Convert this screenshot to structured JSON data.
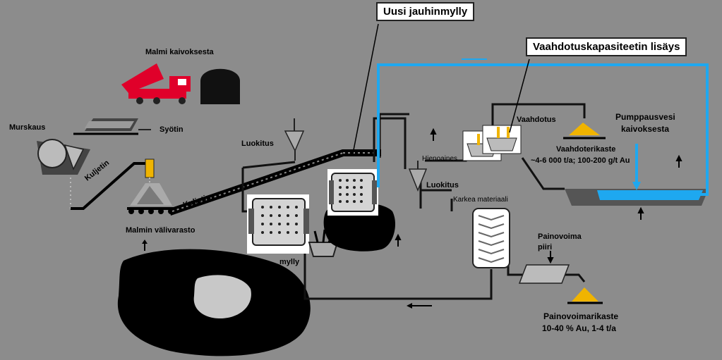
{
  "callouts": {
    "new_grinding_mill": "Uusi jauhinmylly",
    "flotation_capacity": "Vaahdotuskapasiteetin lisäys"
  },
  "labels": {
    "ore_from_mine": "Malmi kaivoksesta",
    "crushing": "Murskaus",
    "feeder": "Syötin",
    "conveyor_1": "Kuljetin",
    "ore_stockpile": "Malmin välivarasto",
    "classification_1": "Luokitus",
    "conveyor_2": "Kuljetin",
    "mill": "mylly",
    "fines": "Hienoaines",
    "classification_2": "Luokitus",
    "coarse_material": "Karkea materiaali",
    "flotation": "Vaahdotus",
    "flotation_concentrate": "Vaahdoterikaste",
    "flotation_concentrate_values": "~4-6 000 t/a; 100-200 g/t Au",
    "pumping_water_line1": "Pumppausvesi",
    "pumping_water_line2": "kaivoksesta",
    "gravity_circuit_line1": "Painovoima",
    "gravity_circuit_line2": "piiri",
    "gravity_concentrate": "Painovoimarikaste",
    "gravity_concentrate_values": "10-40 % Au, 1-4 t/a"
  },
  "colors": {
    "background": "#8c8c8c",
    "water_line": "#1ea8f0",
    "truck": "#e0002a",
    "gold": "#f0b400"
  }
}
